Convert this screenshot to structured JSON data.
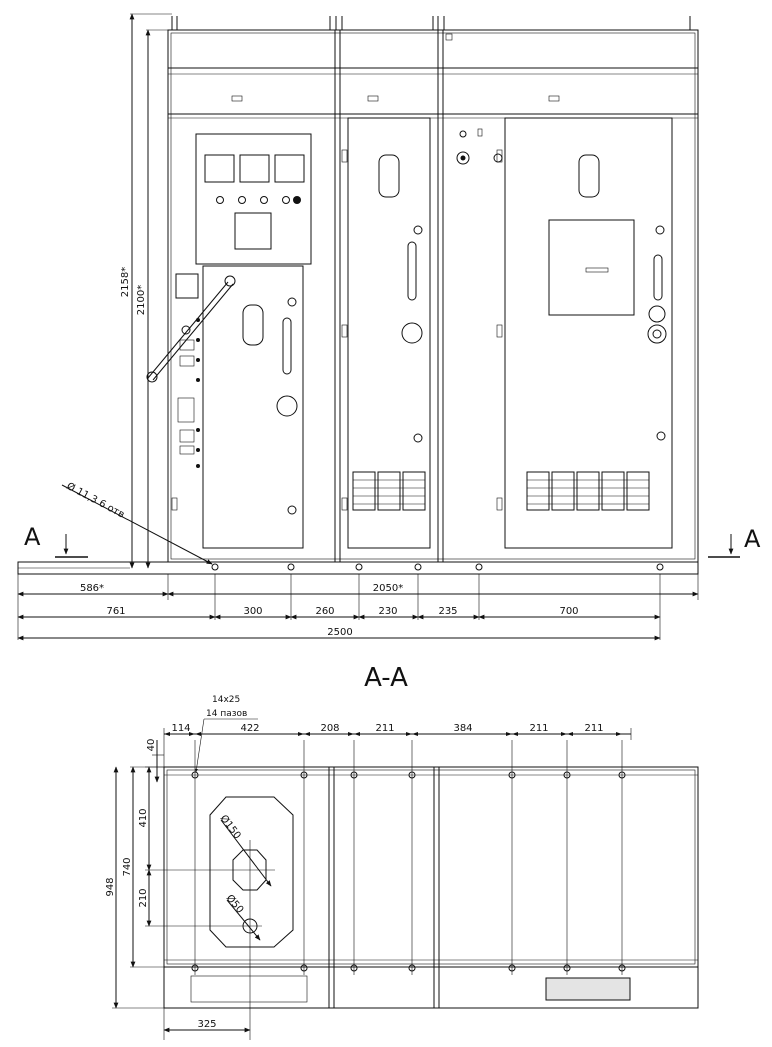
{
  "front_view": {
    "height_overall": "2158*",
    "height_body": "2100*",
    "hole_note": "Ø 11,3 6 отв",
    "section_mark": "A",
    "dim_depth_left": "586*",
    "dim_width_body": "2050*",
    "dim_segments": [
      "761",
      "300",
      "260",
      "230",
      "235",
      "700"
    ],
    "dim_total": "2500"
  },
  "section": {
    "title": "A-A",
    "slot_size": "14x25",
    "slot_count": "14 пазов",
    "top_dims": [
      "114",
      "422",
      "208",
      "211",
      "384",
      "211",
      "211"
    ],
    "left_dims": [
      "40",
      "410",
      "210",
      "740",
      "948"
    ],
    "bottom_dim": "325",
    "dia_large": "Ø150",
    "dia_small": "Ø50"
  }
}
